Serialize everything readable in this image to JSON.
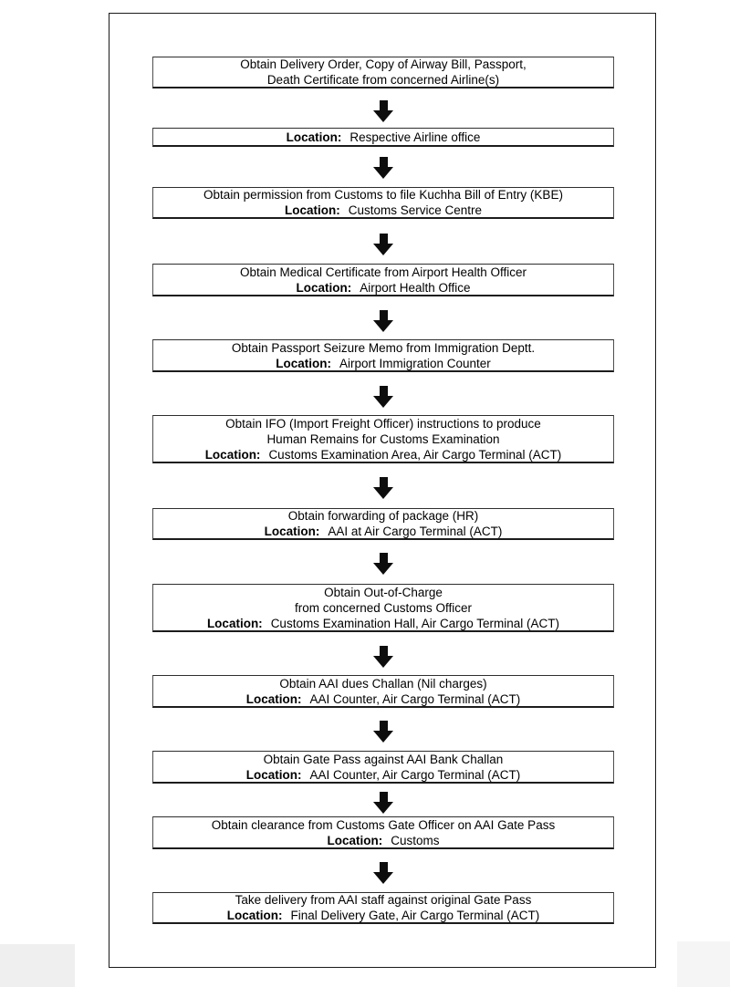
{
  "document": {
    "type": "flowchart",
    "colors": {
      "background": "#ffffff",
      "frame_border": "#1a1a1a",
      "box_border": "#4f4f4f",
      "arrow": "#0d0d0d",
      "text": "#000000"
    }
  },
  "flow": {
    "steps": [
      {
        "id": 1,
        "action_lines": [
          "Obtain Delivery Order, Copy of Airway Bill, Passport,",
          "Death Certificate from concerned Airline(s)"
        ]
      },
      {
        "id": 2,
        "location_label": "Location:",
        "location": "Respective Airline office"
      },
      {
        "id": 3,
        "action_lines": [
          "Obtain permission from Customs to file Kuchha Bill of Entry (KBE)"
        ],
        "location_label": "Location:",
        "location": "Customs Service Centre"
      },
      {
        "id": 4,
        "action_lines": [
          "Obtain Medical Certificate from Airport Health Officer"
        ],
        "location_label": "Location:",
        "location": "Airport Health Office"
      },
      {
        "id": 5,
        "action_lines": [
          "Obtain Passport Seizure Memo from Immigration Deptt."
        ],
        "location_label": "Location:",
        "location": "Airport Immigration Counter"
      },
      {
        "id": 6,
        "action_lines": [
          "Obtain IFO (Import Freight Officer) instructions to produce",
          "Human Remains for Customs Examination"
        ],
        "location_label": "Location:",
        "location": "Customs Examination Area, Air Cargo Terminal (ACT)"
      },
      {
        "id": 7,
        "action_lines": [
          "Obtain forwarding of package (HR)"
        ],
        "location_label": "Location:",
        "location": "AAI at Air Cargo Terminal (ACT)"
      },
      {
        "id": 8,
        "action_lines": [
          "Obtain Out-of-Charge",
          "from concerned Customs Officer"
        ],
        "location_label": "Location:",
        "location": "Customs Examination Hall, Air Cargo Terminal (ACT)"
      },
      {
        "id": 9,
        "action_lines": [
          "Obtain AAI dues Challan (Nil charges)"
        ],
        "location_label": "Location:",
        "location": "AAI Counter, Air Cargo Terminal (ACT)"
      },
      {
        "id": 10,
        "action_lines": [
          "Obtain Gate Pass against AAI Bank Challan"
        ],
        "location_label": "Location:",
        "location": "AAI Counter, Air Cargo Terminal (ACT)"
      },
      {
        "id": 11,
        "action_lines": [
          "Obtain clearance from Customs Gate Officer on AAI Gate Pass"
        ],
        "location_label": "Location:",
        "location": "Customs"
      },
      {
        "id": 12,
        "action_lines": [
          "Take delivery from AAI staff against original Gate Pass"
        ],
        "location_label": "Location:",
        "location": "Final Delivery Gate, Air Cargo Terminal (ACT)"
      }
    ]
  }
}
